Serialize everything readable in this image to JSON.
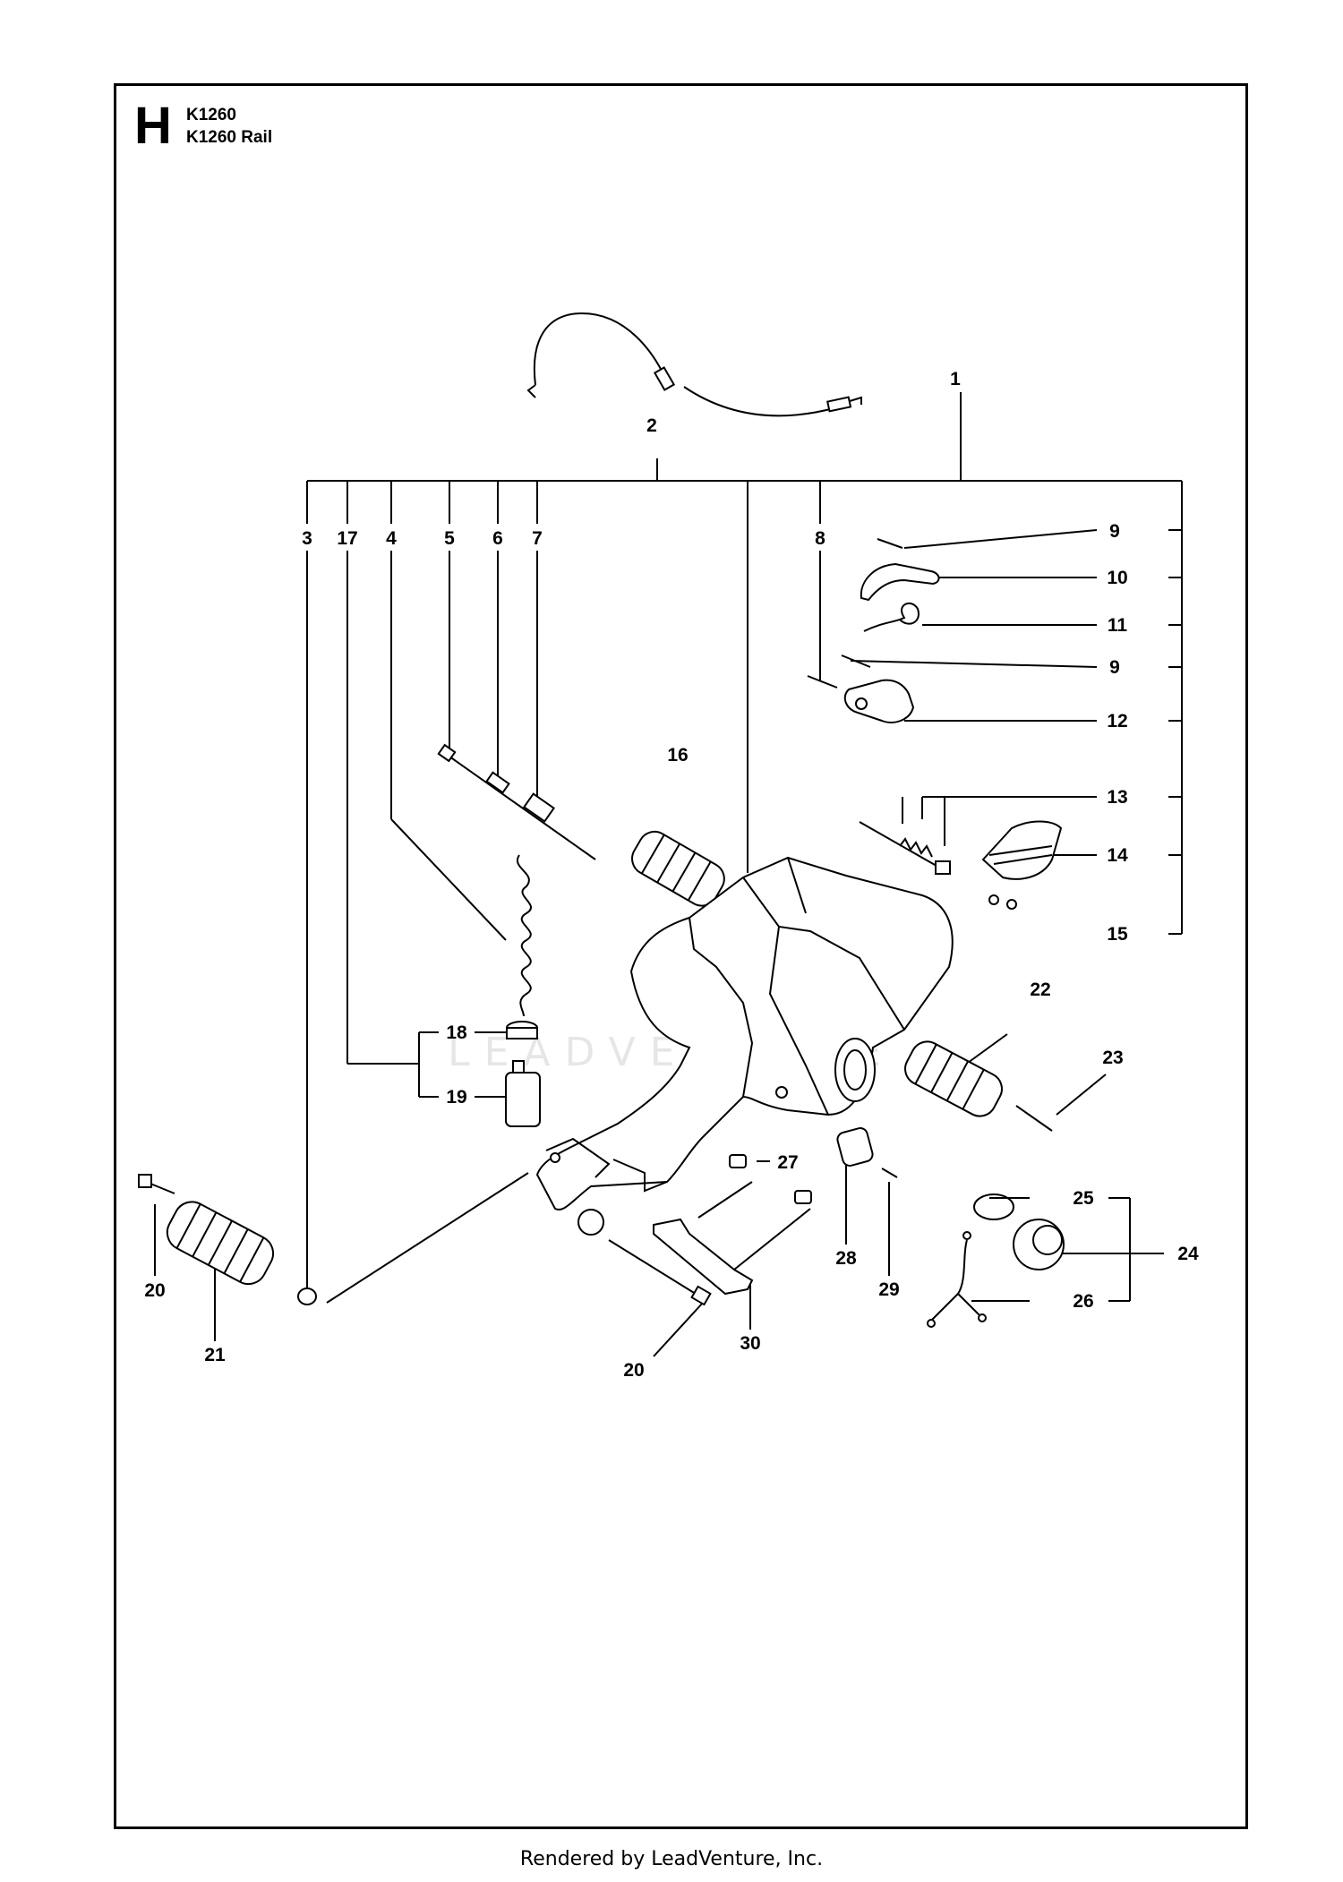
{
  "section": "H",
  "models": [
    "K1260",
    "K1260 Rail"
  ],
  "watermark": "LEADVENTURE",
  "footer": "Rendered by LeadVenture, Inc.",
  "labels": [
    "1",
    "2",
    "3",
    "17",
    "4",
    "5",
    "6",
    "7",
    "8",
    "9",
    "10",
    "11",
    "9",
    "12",
    "16",
    "13",
    "14",
    "15",
    "22",
    "23",
    "18",
    "19",
    "27",
    "25",
    "24",
    "20",
    "21",
    "28",
    "29",
    "26",
    "30",
    "20"
  ]
}
